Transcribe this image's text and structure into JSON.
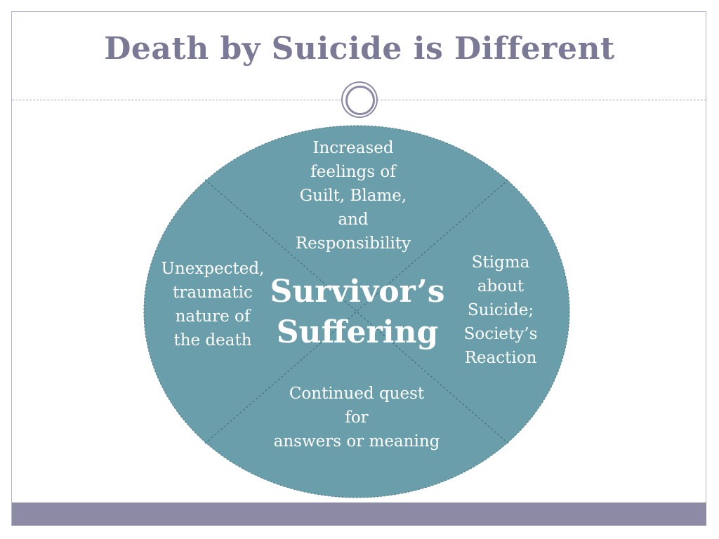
{
  "title": "Death by Suicide is Different",
  "colors": {
    "title": "#7a7a96",
    "circle_fill": "#6b9eab",
    "circle_stroke": "#4f7d89",
    "bar": "#8d8aa6",
    "text_on_circle": "#ffffff"
  },
  "diagram": {
    "center": "Survivor’s\nSuffering",
    "segments": {
      "top": "Increased\nfeelings of\nGuilt, Blame,\nand\nResponsibility",
      "left": "Unexpected,\ntraumatic\nnature of\nthe death",
      "right": "Stigma\nabout\nSuicide;\nSociety’s\nReaction",
      "bottom": "Continued quest\nfor\nanswers or meaning"
    }
  }
}
